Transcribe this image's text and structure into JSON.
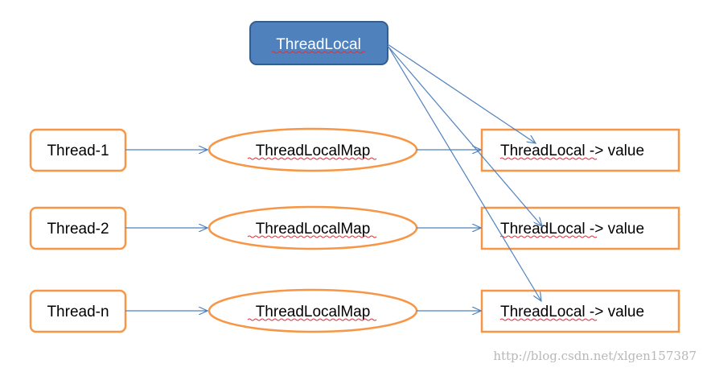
{
  "top_node": {
    "label": "ThreadLocal"
  },
  "rows": [
    {
      "thread": "Thread-1",
      "map": "ThreadLocalMap",
      "entry_key": "ThreadLocal",
      "entry_rest": " -> value"
    },
    {
      "thread": "Thread-2",
      "map": "ThreadLocalMap",
      "entry_key": "ThreadLocal",
      "entry_rest": " -> value"
    },
    {
      "thread": "Thread-n",
      "map": "ThreadLocalMap",
      "entry_key": "ThreadLocal",
      "entry_rest": " -> value"
    }
  ],
  "watermark": "http://blog.csdn.net/xlgen157387",
  "colors": {
    "top_fill": "#4f81bd",
    "top_border": "#385d8a",
    "node_border": "#f79646",
    "arrow": "#4f81bd"
  }
}
